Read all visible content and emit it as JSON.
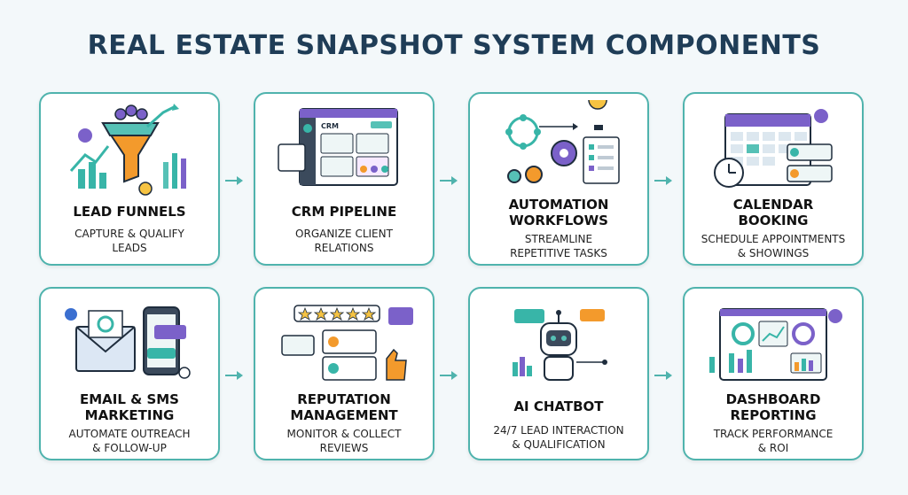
{
  "title": "REAL ESTATE SNAPSHOT SYSTEM COMPONENTS",
  "colors": {
    "border": "#4fb3ad",
    "title": "#1f3d57",
    "accent_orange": "#f39a2c",
    "accent_purple": "#7b61c9",
    "accent_teal": "#38b5a8"
  },
  "components": [
    {
      "icon": "funnel-icon",
      "title": "LEAD FUNNELS",
      "desc1": "CAPTURE & QUALIFY",
      "desc2": "LEADS"
    },
    {
      "icon": "crm-board-icon",
      "title": "CRM PIPELINE",
      "desc1": "ORGANIZE CLIENT",
      "desc2": "RELATIONS",
      "crm_label": "CRM"
    },
    {
      "icon": "gears-workflow-icon",
      "title1": "AUTOMATION",
      "title2": "WORKFLOWS",
      "desc1": "STREAMLINE",
      "desc2": "REPETITIVE TASKS"
    },
    {
      "icon": "calendar-icon",
      "title1": "CALENDAR",
      "title2": "BOOKING",
      "desc1": "SCHEDULE APPOINTMENTS",
      "desc2": "& SHOWINGS"
    },
    {
      "icon": "email-sms-icon",
      "title1": "EMAIL & SMS",
      "title2": "MARKETING",
      "desc1": "AUTOMATE OUTREACH",
      "desc2": "& FOLLOW-UP"
    },
    {
      "icon": "star-review-icon",
      "title1": "REPUTATION",
      "title2": "MANAGEMENT",
      "desc1": "MONITOR & COLLECT",
      "desc2": "REVIEWS"
    },
    {
      "icon": "robot-icon",
      "title": "AI CHATBOT",
      "desc1": "24/7 LEAD INTERACTION",
      "desc2": "& QUALIFICATION"
    },
    {
      "icon": "dashboard-icon",
      "title1": "DASHBOARD",
      "title2": "REPORTING",
      "desc1": "TRACK PERFORMANCE",
      "desc2": "& ROI"
    }
  ]
}
